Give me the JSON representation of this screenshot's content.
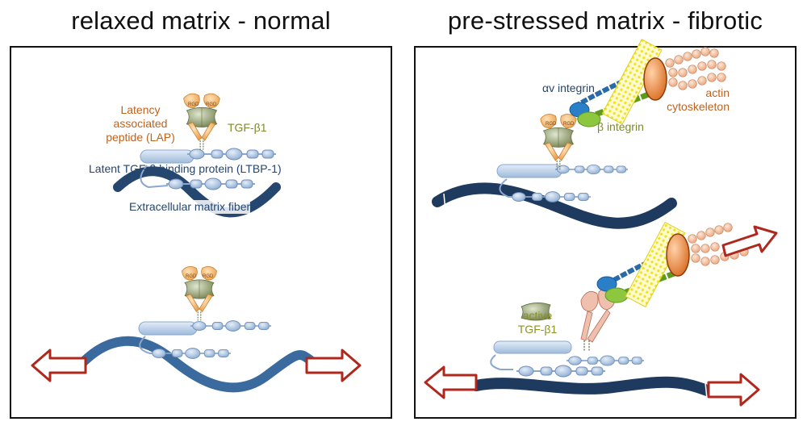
{
  "panels": {
    "left": {
      "title": "relaxed matrix - normal",
      "labels": {
        "lap": "Latency associated peptide (LAP)",
        "tgf": "TGF-β1",
        "ltbp": "Latent TGF-β binding protein (LTBP-1)",
        "ecm": "Extracellular matrix fiber",
        "rgd": "RGD"
      }
    },
    "right": {
      "title": "pre-stressed matrix - fibrotic",
      "labels": {
        "av_integrin": "αv integrin",
        "b_integrin": "β integrin",
        "actin_line1": "actin",
        "actin_line2": "cytoskeleton",
        "active_line1": "active",
        "active_line2": "TGF-β1",
        "rgd": "RGD"
      }
    }
  },
  "colors": {
    "fiber_dark": "#1f3a5f",
    "fiber_light": "#3a6a9e",
    "ltbp": "#b8cde6",
    "lap": "#f3b46a",
    "tgf": "#9aa77a",
    "arrow": "#b0271c",
    "actin": "#f6c9a8",
    "av_integrin": "#2a7fc9",
    "b_integrin": "#7dbb2e",
    "membrane": "#f5ea3a",
    "adaptor": "#e9853a"
  }
}
